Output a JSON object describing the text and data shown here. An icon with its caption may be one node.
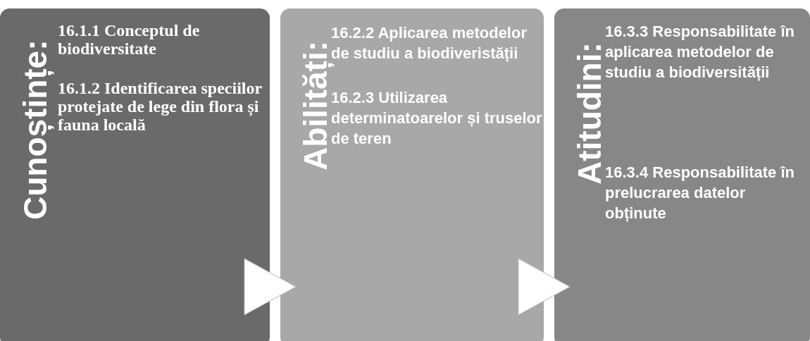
{
  "diagram": {
    "nodes": [
      {
        "text": [
          "Cunoștințe:",
          "16.1.1 Conceptul de biodiversitate",
          "16.1.2 Identificarea speciilor protejate de lege din flora și fauna locală"
        ]
      },
      {
        "text": [
          "Abilități:",
          "16.2.2 Aplicarea metodelor de studiu a biodiveristății",
          "16.2.3 Utilizarea determinatoarelor și truselor de teren"
        ]
      },
      {
        "text": [
          "Atitudini:",
          "16.3.3 Responsabilitate în aplicarea metodelor de studiu a biodiversității",
          "16.3.4 Responsabilitate în prelucrarea datelor obținute"
        ]
      }
    ],
    "edges": [
      {
        "from": 0,
        "to": 1,
        "arrow": "to"
      },
      {
        "from": 1,
        "to": 2,
        "arrow": "to"
      }
    ]
  }
}
